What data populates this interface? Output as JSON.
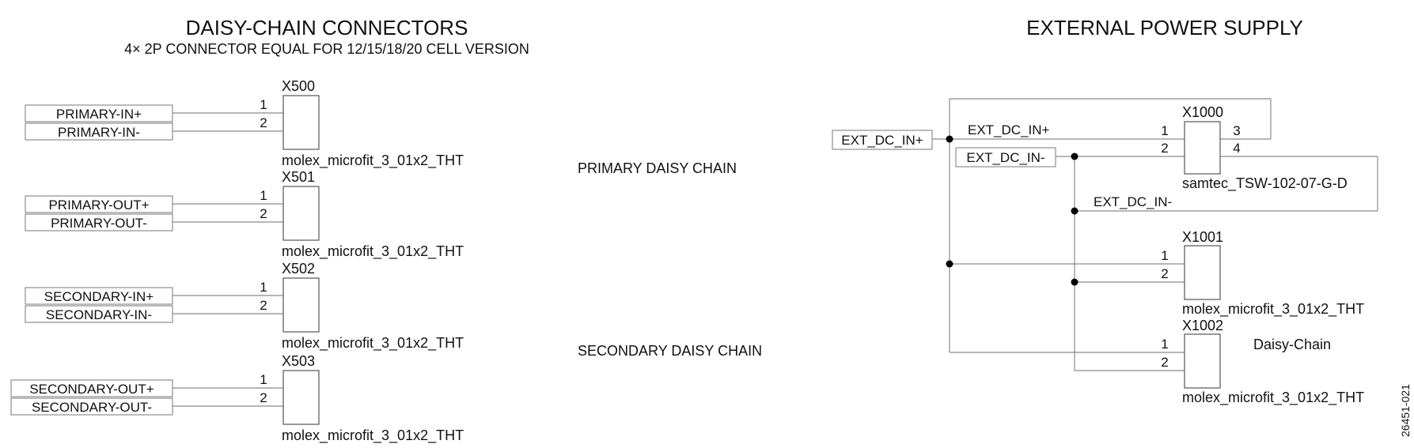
{
  "left_section": {
    "title": "DAISY-CHAIN CONNECTORS",
    "subtitle": "4× 2P CONNECTOR EQUAL FOR 12/15/18/20 CELL VERSION",
    "connectors": [
      {
        "ref": "X500",
        "part": "molex_microfit_3_01x2_THT",
        "pin1": "1",
        "pin2": "2",
        "net1": "PRIMARY-IN+",
        "net2": "PRIMARY-IN-"
      },
      {
        "ref": "X501",
        "part": "molex_microfit_3_01x2_THT",
        "pin1": "1",
        "pin2": "2",
        "net1": "PRIMARY-OUT+",
        "net2": "PRIMARY-OUT-"
      },
      {
        "ref": "X502",
        "part": "molex_microfit_3_01x2_THT",
        "pin1": "1",
        "pin2": "2",
        "net1": "SECONDARY-IN+",
        "net2": "SECONDARY-IN-"
      },
      {
        "ref": "X503",
        "part": "molex_microfit_3_01x2_THT",
        "pin1": "1",
        "pin2": "2",
        "net1": "SECONDARY-OUT+",
        "net2": "SECONDARY-OUT-"
      }
    ],
    "group_labels": {
      "primary": "PRIMARY DAISY CHAIN",
      "secondary": "SECONDARY DAISY CHAIN"
    }
  },
  "right_section": {
    "title": "EXTERNAL POWER SUPPLY",
    "net_labels": {
      "ext_in_plus_box": "EXT_DC_IN+",
      "ext_in_minus_box": "EXT_DC_IN-",
      "wire_plus": "EXT_DC_IN+",
      "wire_minus": "EXT_DC_IN-"
    },
    "x1000": {
      "ref": "X1000",
      "part": "samtec_TSW-102-07-G-D",
      "pin1": "1",
      "pin2": "2",
      "pin3": "3",
      "pin4": "4"
    },
    "x1001": {
      "ref": "X1001",
      "part": "molex_microfit_3_01x2_THT",
      "pin1": "1",
      "pin2": "2"
    },
    "x1002": {
      "ref": "X1002",
      "part": "molex_microfit_3_01x2_THT",
      "pin1": "1",
      "pin2": "2",
      "note": "Daisy-Chain"
    }
  },
  "figure_id": "26451-021"
}
